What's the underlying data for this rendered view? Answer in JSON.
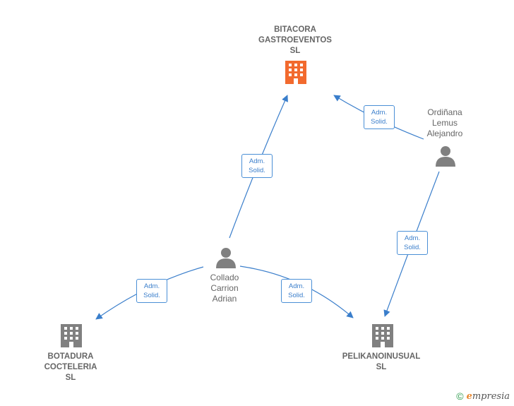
{
  "nodes": {
    "bitacora": {
      "lines": [
        "BITACORA",
        "GASTROEVENTOS",
        "SL"
      ],
      "color": "#f26a2e"
    },
    "ordinana": {
      "lines": [
        "Ordiñana",
        "Lemus",
        "Alejandro"
      ],
      "color": "#808080"
    },
    "collado": {
      "lines": [
        "Collado",
        "Carrion",
        "Adrian"
      ],
      "color": "#808080"
    },
    "botadura": {
      "lines": [
        "BOTADURA",
        "COCTELERIA",
        "SL"
      ],
      "color": "#808080"
    },
    "pelikano": {
      "lines": [
        "PELIKANOINUSUAL",
        "SL"
      ],
      "color": "#808080"
    }
  },
  "edges": [
    {
      "from": "collado",
      "to": "bitacora",
      "role": [
        "Adm.",
        "Solid."
      ]
    },
    {
      "from": "ordinana",
      "to": "bitacora",
      "role": [
        "Adm.",
        "Solid."
      ]
    },
    {
      "from": "ordinana",
      "to": "pelikano",
      "role": [
        "Adm.",
        "Solid."
      ]
    },
    {
      "from": "collado",
      "to": "botadura",
      "role": [
        "Adm.",
        "Solid."
      ]
    },
    {
      "from": "collado",
      "to": "pelikano",
      "role": [
        "Adm.",
        "Solid."
      ]
    }
  ],
  "colors": {
    "edge": "#3a7ecb",
    "accent": "#f26a2e",
    "person": "#808080"
  },
  "footer": {
    "copyright": "©",
    "brand_first": "e",
    "brand_rest": "mpresia"
  }
}
